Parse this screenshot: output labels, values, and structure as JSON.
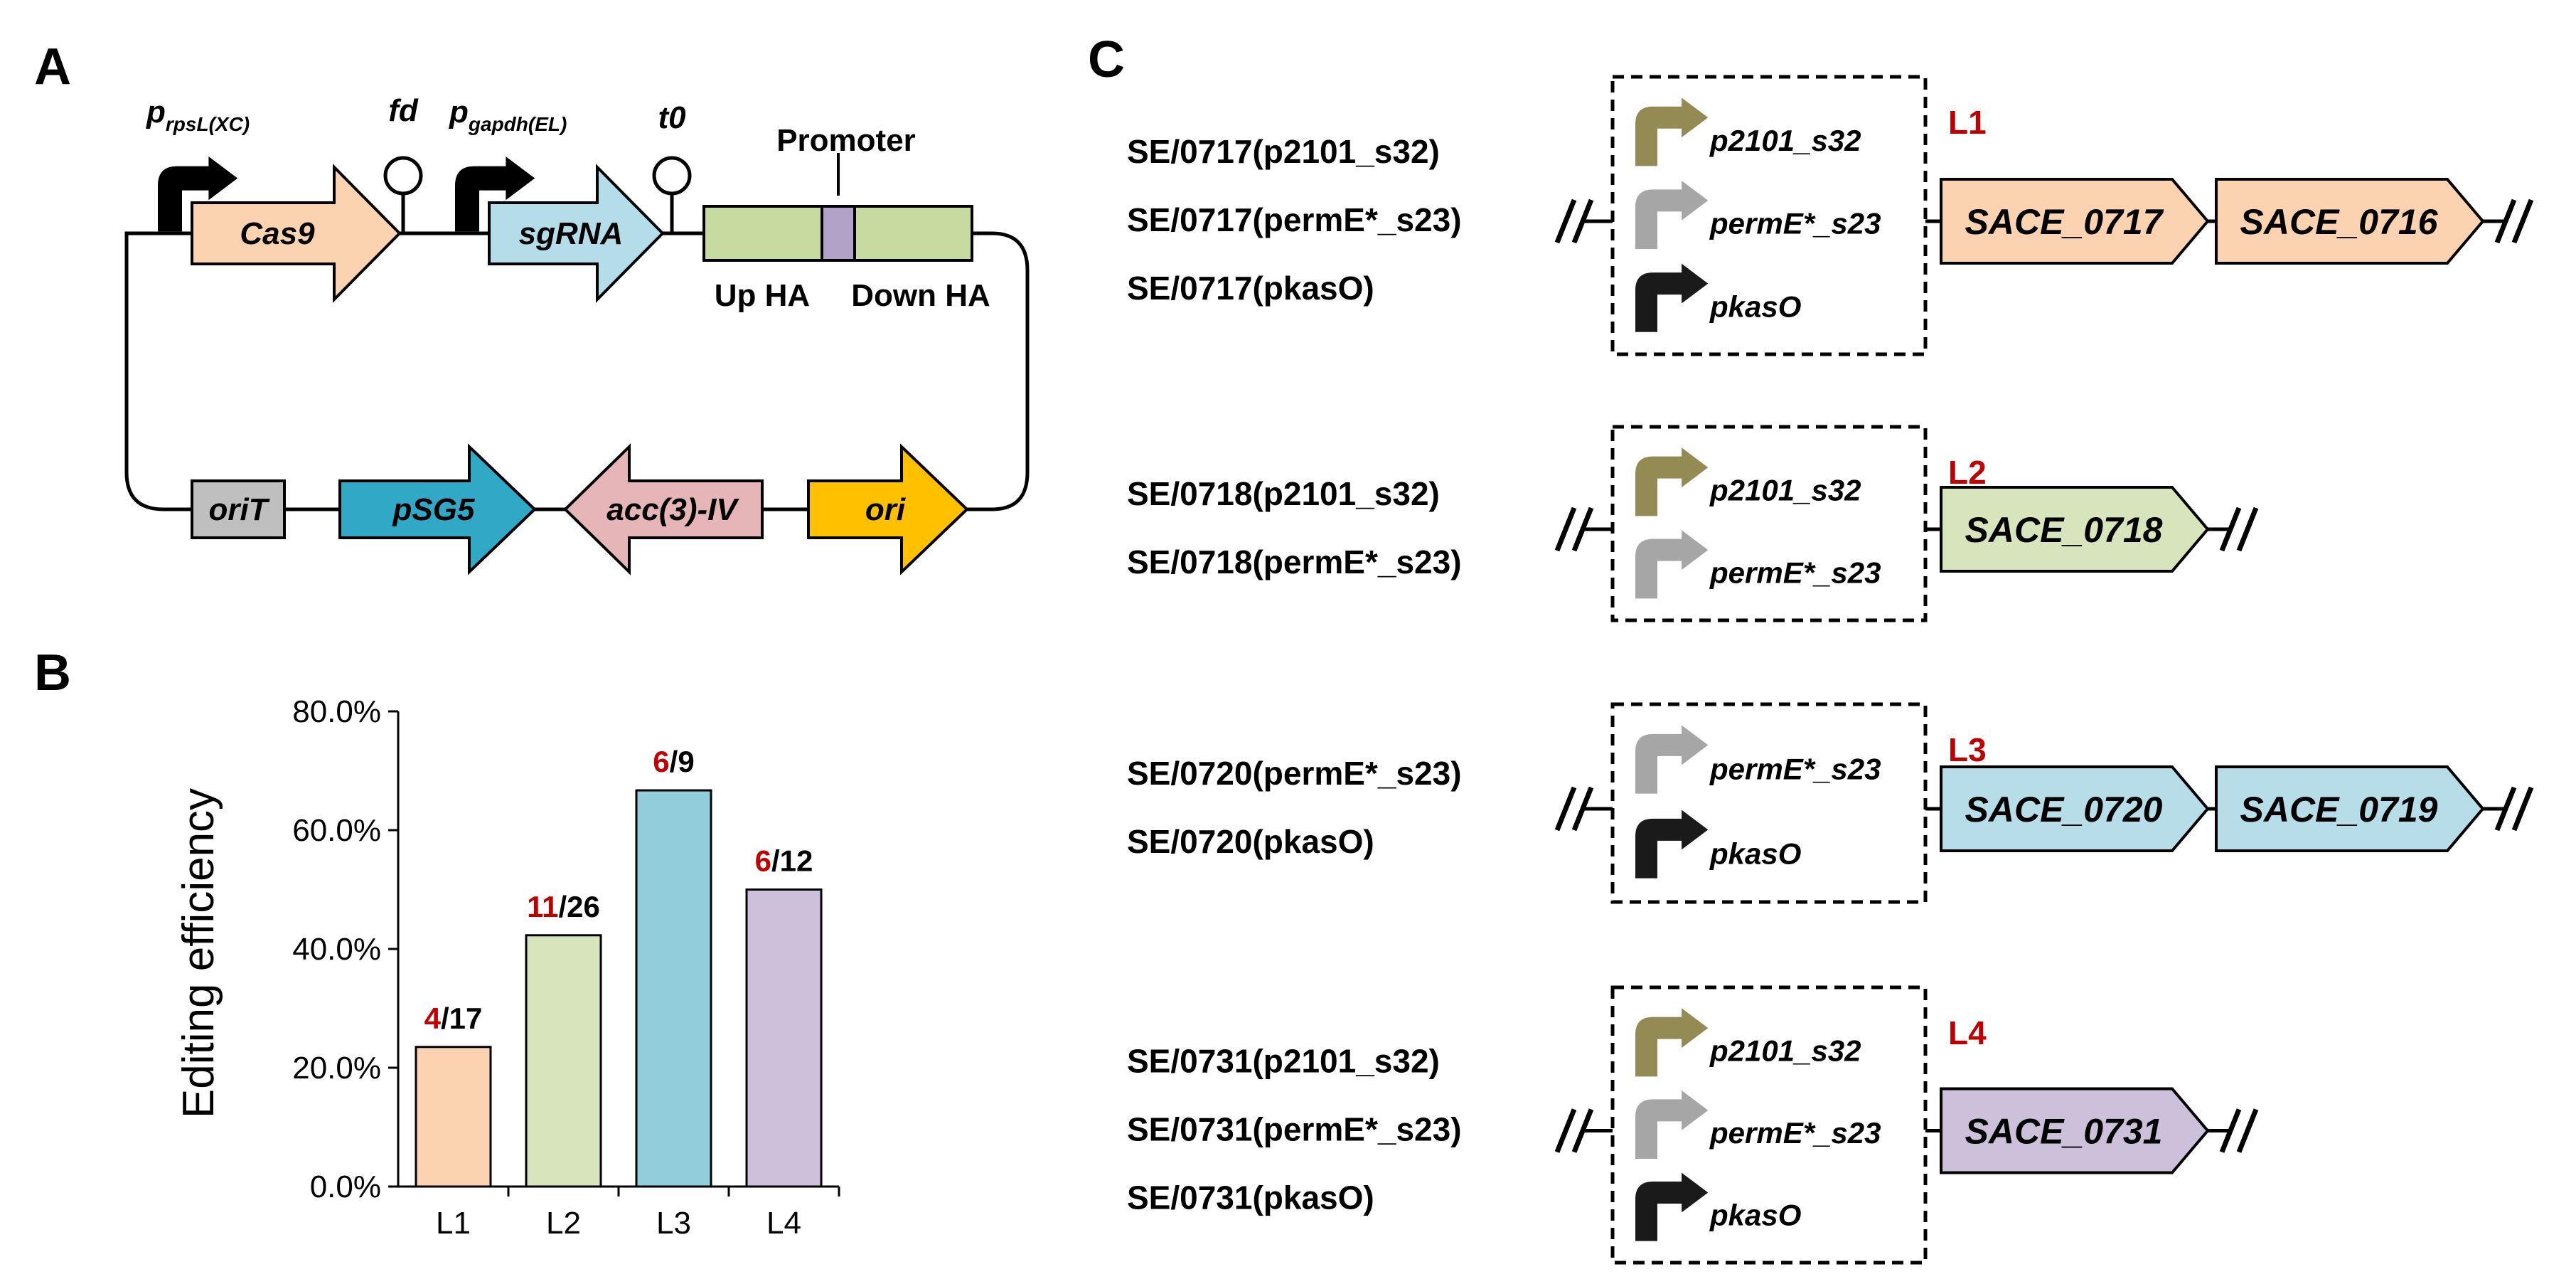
{
  "panels": {
    "a": "A",
    "b": "B",
    "c": "C"
  },
  "panel_a": {
    "promoter1": {
      "main": "p",
      "sub": "rpsL(XC)"
    },
    "terminator1": "fd",
    "promoter2": {
      "main": "p",
      "sub": "gapdh(EL)"
    },
    "terminator2": "t0",
    "promoter_label": "Promoter",
    "cas9": "Cas9",
    "sgrna": "sgRNA",
    "up_ha": "Up HA",
    "down_ha": "Down HA",
    "orit": "oriT",
    "psg5": "pSG5",
    "acc": "acc(3)-IV",
    "ori": "ori",
    "colors": {
      "cas9": "#fbd3b0",
      "sgrna": "#b5dce9",
      "homology_arm": "#c7dba1",
      "promoter_insert": "#b3a2c8",
      "orit": "#bfbfbf",
      "psg5": "#31a8c6",
      "acc": "#e6b5b7",
      "ori": "#ffc000"
    }
  },
  "chart_data": {
    "type": "bar",
    "categories": [
      "L1",
      "L2",
      "L3",
      "L4"
    ],
    "values": [
      23.5,
      42.3,
      66.7,
      50.0
    ],
    "annotations": [
      {
        "edited": "4",
        "total": "/17"
      },
      {
        "edited": "11",
        "total": "/26"
      },
      {
        "edited": "6",
        "total": "/9"
      },
      {
        "edited": "6",
        "total": "/12"
      }
    ],
    "ylabel": "Editing efficiency",
    "yticks": [
      "0.0%",
      "20.0%",
      "40.0%",
      "60.0%",
      "80.0%"
    ],
    "ylim": [
      0,
      80
    ],
    "colors": [
      "#fbd3b0",
      "#d8e4bc",
      "#92cddc",
      "#ccc0da"
    ],
    "grid": false
  },
  "panel_c": {
    "promoter_colors": {
      "p2101_s32": "#948a54",
      "permE*_s23": "#a6a6a6",
      "pkasO": "#1a1a1a"
    },
    "loci": [
      {
        "label": "L1",
        "strains": [
          "SE/0717(p2101_s32)",
          "SE/0717(permE*_s23)",
          "SE/0717(pkasO)"
        ],
        "promoters": [
          "p2101_s32",
          "permE*_s23",
          "pkasO"
        ],
        "genes": [
          "SACE_0717",
          "SACE_0716"
        ],
        "gene_color": "#fbd3b0"
      },
      {
        "label": "L2",
        "strains": [
          "SE/0718(p2101_s32)",
          "SE/0718(permE*_s23)"
        ],
        "promoters": [
          "p2101_s32",
          "permE*_s23"
        ],
        "genes": [
          "SACE_0718"
        ],
        "gene_color": "#d8e4bc"
      },
      {
        "label": "L3",
        "strains": [
          "SE/0720(permE*_s23)",
          "SE/0720(pkasO)"
        ],
        "promoters": [
          "permE*_s23",
          "pkasO"
        ],
        "genes": [
          "SACE_0720",
          "SACE_0719"
        ],
        "gene_color": "#b7dee8"
      },
      {
        "label": "L4",
        "strains": [
          "SE/0731(p2101_s32)",
          "SE/0731(permE*_s23)",
          "SE/0731(pkasO)"
        ],
        "promoters": [
          "p2101_s32",
          "permE*_s23",
          "pkasO"
        ],
        "genes": [
          "SACE_0731"
        ],
        "gene_color": "#ccc0da"
      }
    ]
  }
}
